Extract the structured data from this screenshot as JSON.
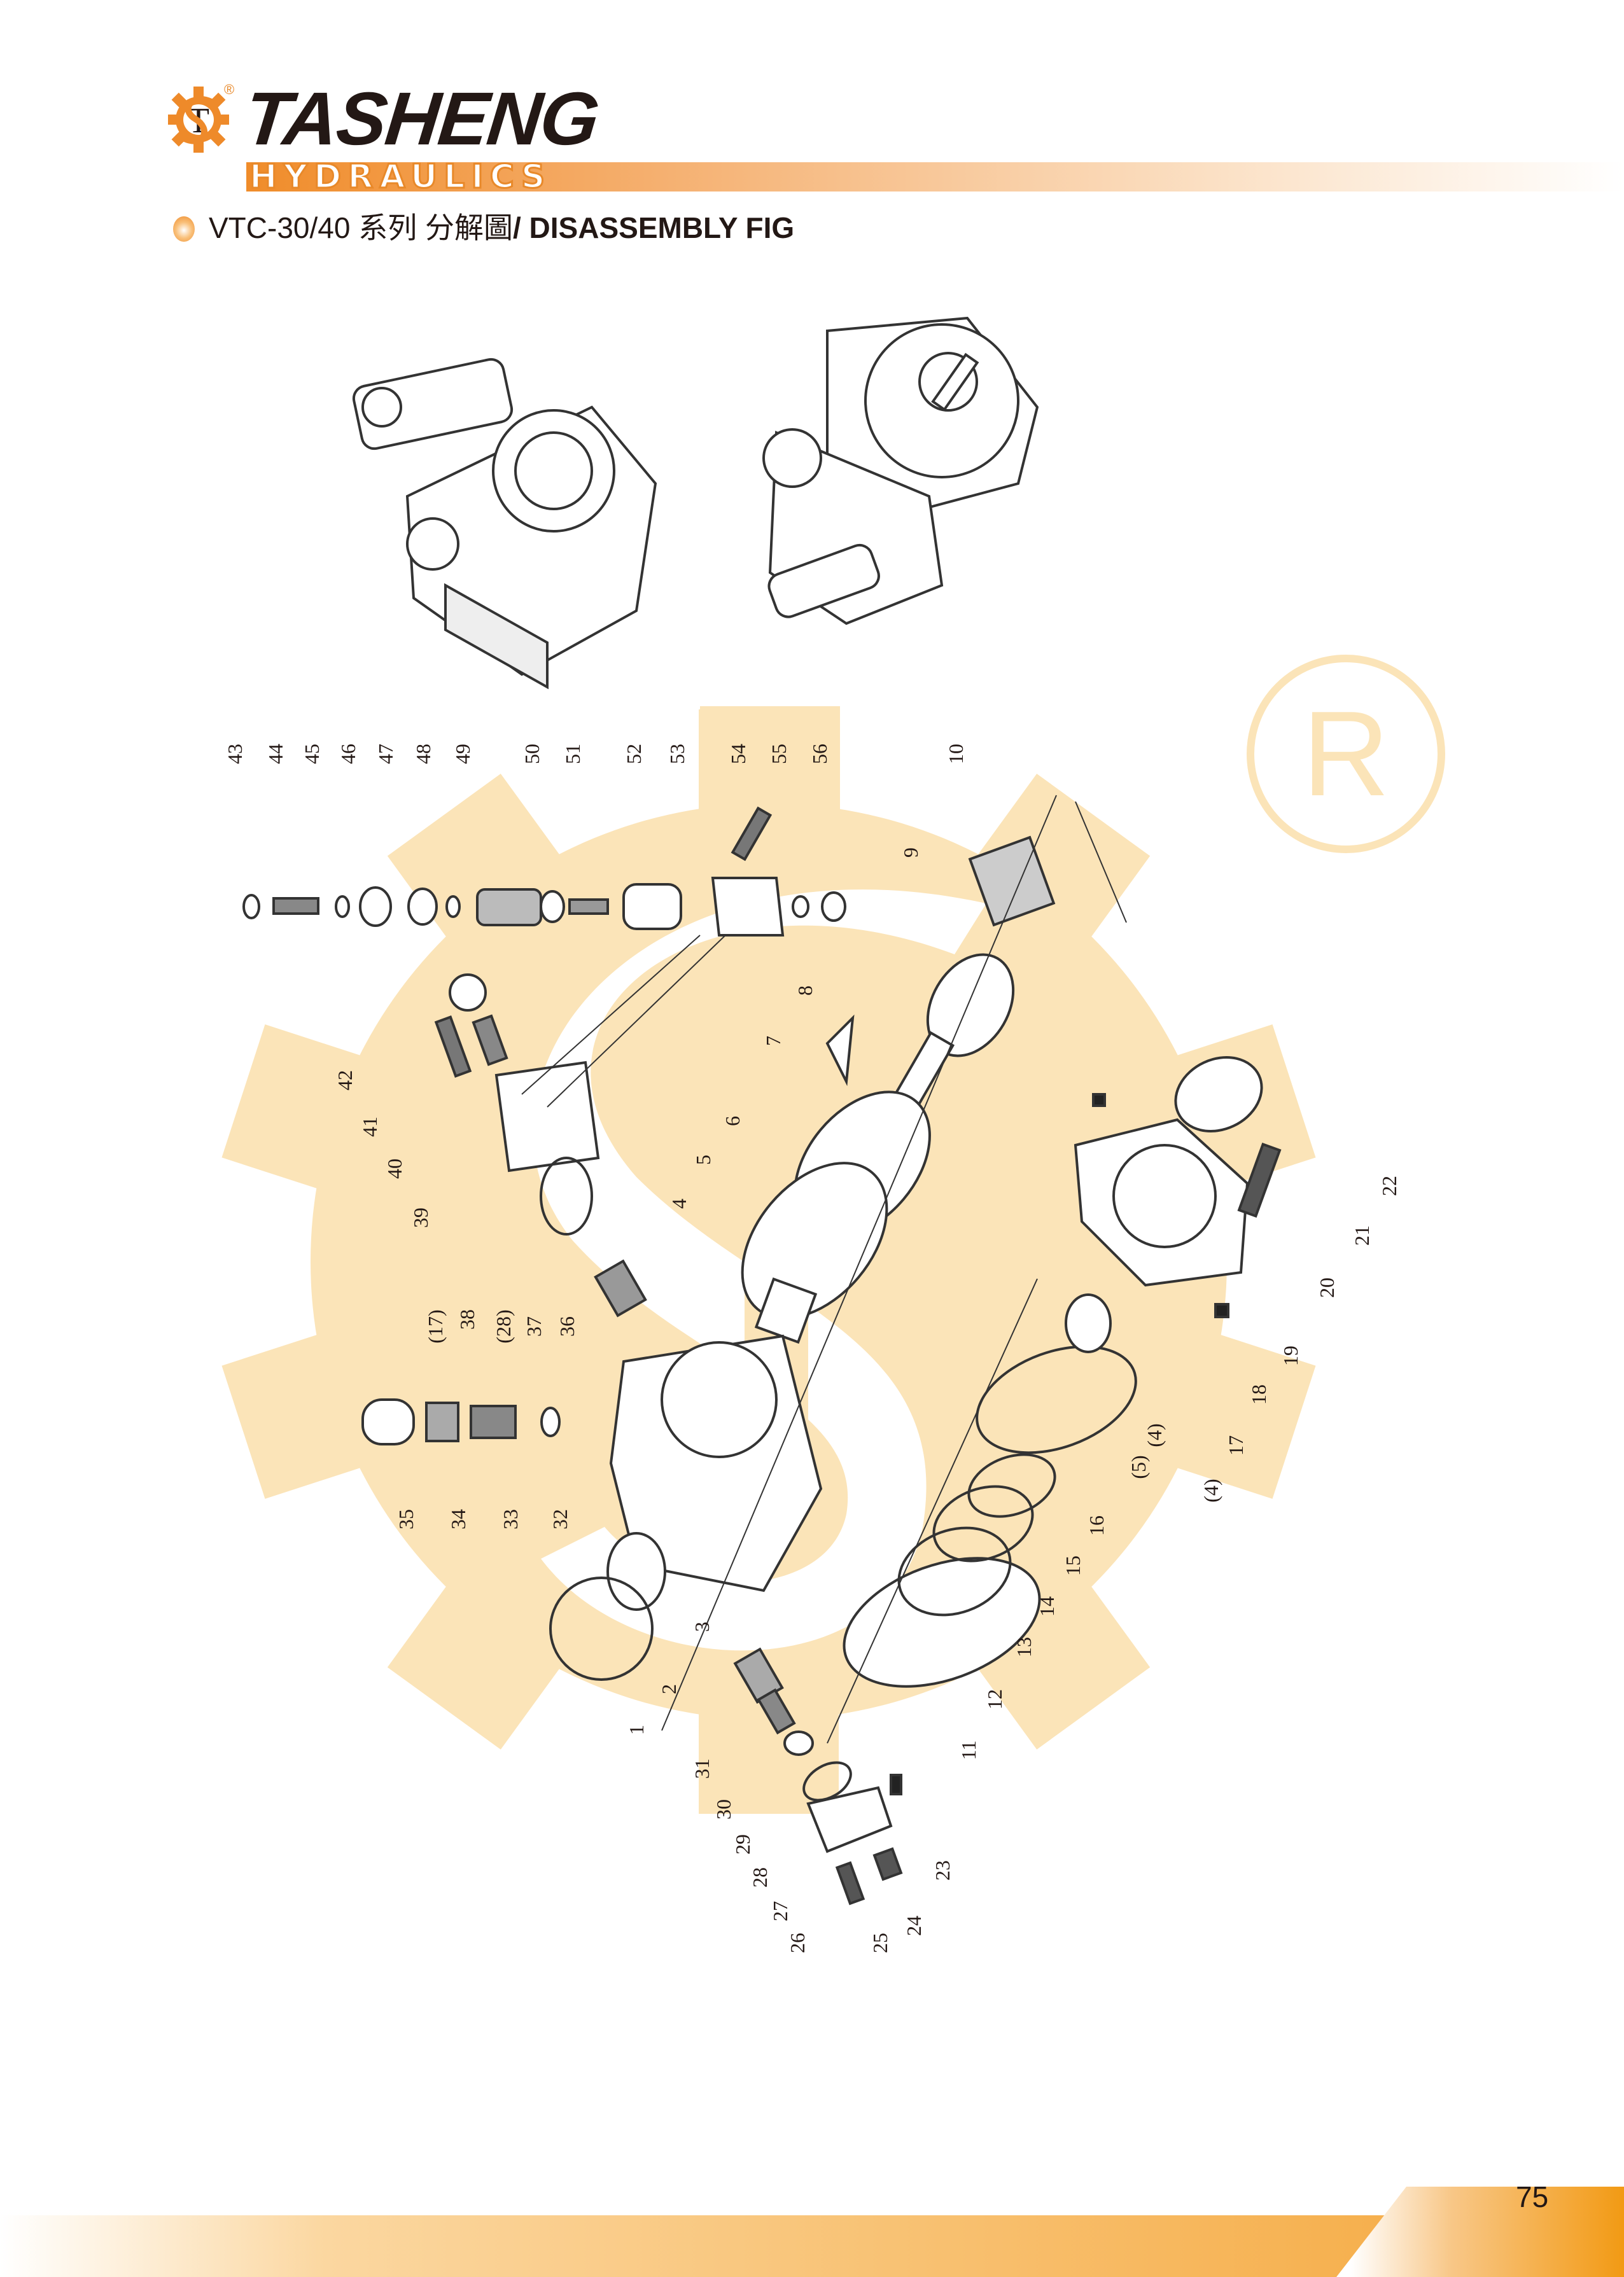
{
  "header": {
    "brand": "TASHENG",
    "registered": "®",
    "subbrand": "HYDRAULICS",
    "logo_letters": "ST",
    "title_model": "VTC-30/40 系列  分解圖",
    "title_en": "/ DISASSEMBLY FIG"
  },
  "diagram": {
    "labels": {
      "p1": "1",
      "p2": "2",
      "p3": "3",
      "p4": "4",
      "p5": "5",
      "p6": "6",
      "p7": "7",
      "p8": "8",
      "p9": "9",
      "p10": "10",
      "p11": "11",
      "p12": "12",
      "p13": "13",
      "p14": "14",
      "p15": "15",
      "p16": "16",
      "p17": "17",
      "p18": "18",
      "p19": "19",
      "p20": "20",
      "p21": "21",
      "p22": "22",
      "p23": "23",
      "p24": "24",
      "p25": "25",
      "p26": "26",
      "p27": "27",
      "p28": "28",
      "p29": "29",
      "p30": "30",
      "p31": "31",
      "p32": "32",
      "p33": "33",
      "p34": "34",
      "p35": "35",
      "p36": "36",
      "p37": "37",
      "p38": "38",
      "p39": "39",
      "p40": "40",
      "p41": "41",
      "p42": "42",
      "p43": "43",
      "p44": "44",
      "p45": "45",
      "p46": "46",
      "p47": "47",
      "p48": "48",
      "p49": "49",
      "p50": "50",
      "p51": "51",
      "p52": "52",
      "p53": "53",
      "p54": "54",
      "p55": "55",
      "p56": "56",
      "r17": "(17)",
      "r28": "(28)",
      "r5": "(5)",
      "r4a": "(4)",
      "r4b": "(4)"
    },
    "watermark_text": "ST",
    "watermark_color": "#fbe4b8"
  },
  "footer": {
    "page_number": "75"
  },
  "colors": {
    "accent": "#ee8a2a",
    "text": "#231815"
  }
}
